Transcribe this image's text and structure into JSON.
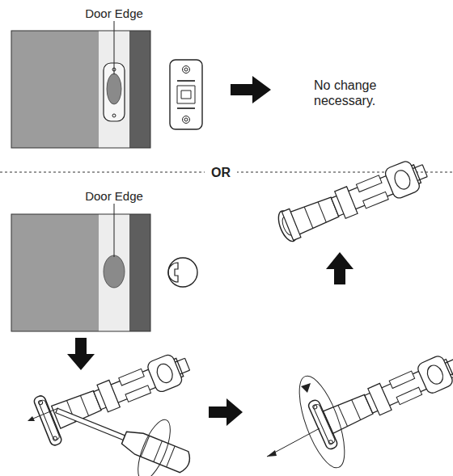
{
  "diagram": {
    "labels": [
      "Door Edge",
      "No change necessary.",
      "OR",
      "Door Edge"
    ]
  }
}
